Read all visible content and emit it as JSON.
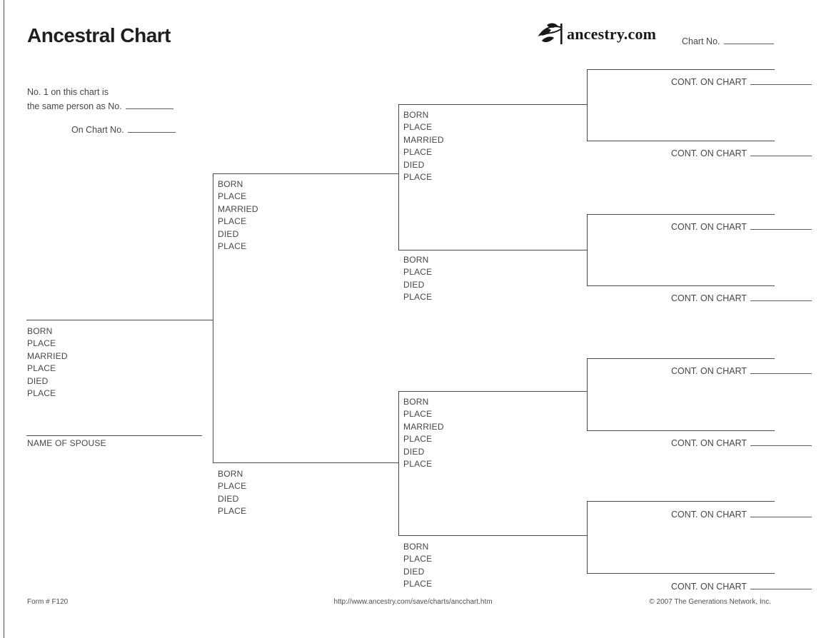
{
  "header": {
    "title": "Ancestral Chart",
    "logo_text": "ancestry.com",
    "chart_no_label": "Chart No."
  },
  "intro": {
    "line1": "No. 1 on this chart is",
    "line2": "the same person as No.",
    "line3": "On Chart No."
  },
  "labels": {
    "cont_on_chart": "CONT. ON CHART",
    "name_of_spouse": "NAME OF SPOUSE"
  },
  "persons": {
    "person1": {
      "fields": [
        "BORN",
        "PLACE",
        "MARRIED",
        "PLACE",
        "DIED",
        "PLACE"
      ]
    },
    "person2_father": {
      "fields": [
        "BORN",
        "PLACE",
        "MARRIED",
        "PLACE",
        "DIED",
        "PLACE"
      ]
    },
    "person3_mother": {
      "fields": [
        "BORN",
        "PLACE",
        "DIED",
        "PLACE"
      ]
    },
    "person4_grandfather": {
      "fields": [
        "BORN",
        "PLACE",
        "MARRIED",
        "PLACE",
        "DIED",
        "PLACE"
      ]
    },
    "person5_grandmother": {
      "fields": [
        "BORN",
        "PLACE",
        "DIED",
        "PLACE"
      ]
    },
    "person6_grandfather": {
      "fields": [
        "BORN",
        "PLACE",
        "MARRIED",
        "PLACE",
        "DIED",
        "PLACE"
      ]
    },
    "person7_grandmother": {
      "fields": [
        "BORN",
        "PLACE",
        "DIED",
        "PLACE"
      ]
    }
  },
  "footer": {
    "form_number": "Form # F120",
    "url": "http://www.ancestry.com/save/charts/ancchart.htm",
    "copyright": "© 2007 The Generations Network, Inc."
  },
  "colors": {
    "text": "#41474d",
    "line": "#4a4a4a",
    "title": "#1f1f1f",
    "logo": "#181818",
    "blank": "#5a5f63"
  }
}
